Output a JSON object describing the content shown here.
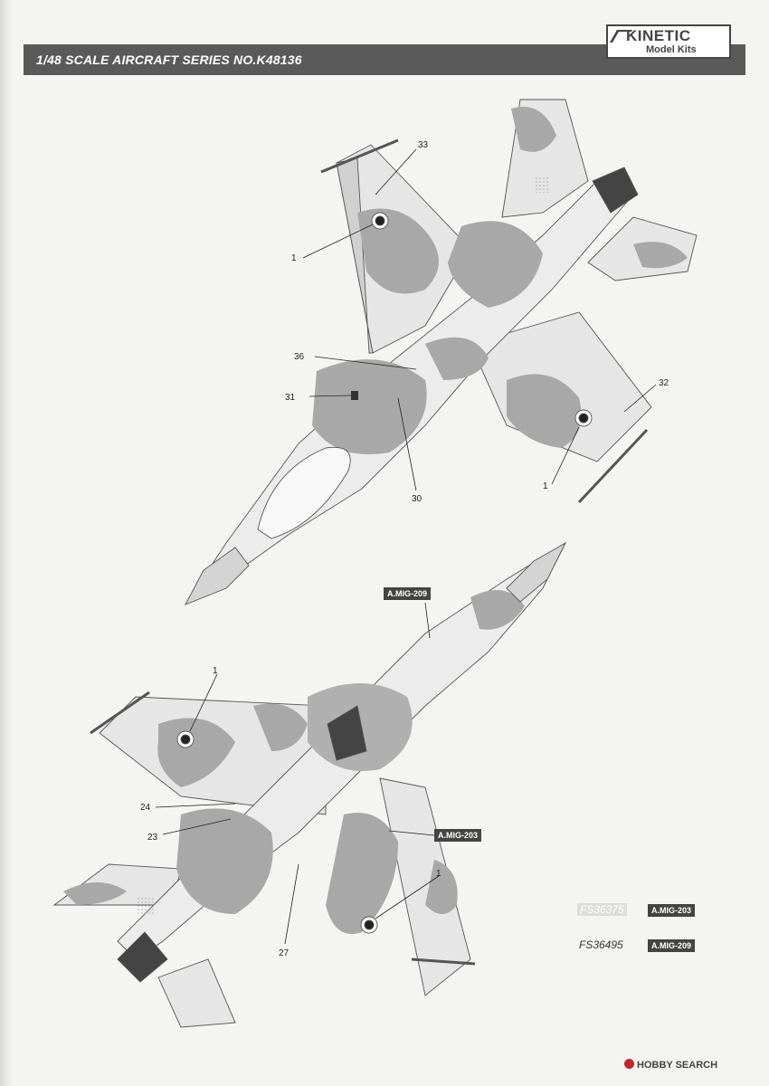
{
  "header": {
    "series_title": "1/48 SCALE  AIRCRAFT  SERIES NO.K48136",
    "brand": "KINETIC",
    "brand_sub": "Model Kits"
  },
  "callouts": {
    "top_33": "33",
    "top_1a": "1",
    "top_36": "36",
    "top_31": "31",
    "top_32": "32",
    "top_1b": "1",
    "top_30": "30",
    "bot_1a": "1",
    "bot_24": "24",
    "bot_23": "23",
    "bot_1b": "1",
    "bot_27": "27"
  },
  "paint_tags": {
    "mig209_top": "A.MIG-209",
    "mig203_side": "A.MIG-203"
  },
  "legend": [
    {
      "fs": "FS36375",
      "code": "A.MIG-203"
    },
    {
      "fs": "FS36495",
      "code": "A.MIG-209"
    }
  ],
  "watermark": "HOBBY SEARCH"
}
